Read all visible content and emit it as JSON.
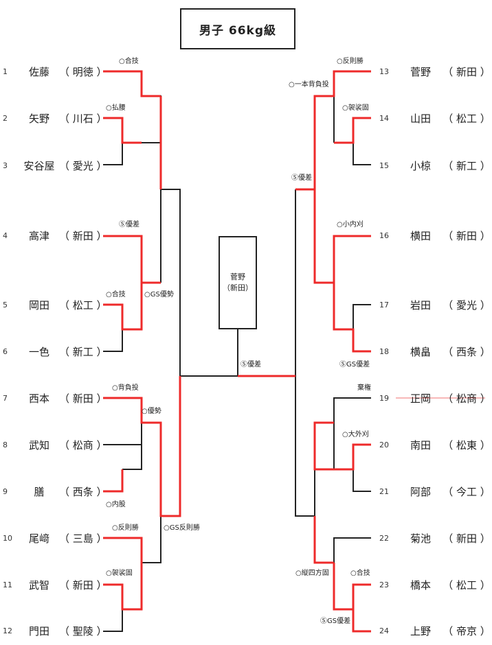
{
  "title": "男子 66kg級",
  "champion": {
    "name": "菅野",
    "school": "（新田）"
  },
  "left_players": [
    {
      "num": "1",
      "name": "佐藤",
      "school": "（ 明徳 ）"
    },
    {
      "num": "2",
      "name": "矢野",
      "school": "（ 川石 ）"
    },
    {
      "num": "3",
      "name": "安谷屋",
      "school": "（ 愛光 ）"
    },
    {
      "num": "4",
      "name": "高津",
      "school": "（ 新田 ）"
    },
    {
      "num": "5",
      "name": "岡田",
      "school": "（ 松工 ）"
    },
    {
      "num": "6",
      "name": "一色",
      "school": "（ 新工 ）"
    },
    {
      "num": "7",
      "name": "西本",
      "school": "（ 新田 ）"
    },
    {
      "num": "8",
      "name": "武知",
      "school": "（ 松商 ）"
    },
    {
      "num": "9",
      "name": "膳",
      "school": "（ 西条 ）"
    },
    {
      "num": "10",
      "name": "尾﨑",
      "school": "（ 三島 ）"
    },
    {
      "num": "11",
      "name": "武智",
      "school": "（ 新田 ）"
    },
    {
      "num": "12",
      "name": "門田",
      "school": "（ 聖陵 ）"
    }
  ],
  "right_players": [
    {
      "num": "13",
      "name": "菅野",
      "school": "（ 新田 ）"
    },
    {
      "num": "14",
      "name": "山田",
      "school": "（ 松工 ）"
    },
    {
      "num": "15",
      "name": "小椋",
      "school": "（ 新工 ）"
    },
    {
      "num": "16",
      "name": "横田",
      "school": "（ 新田 ）"
    },
    {
      "num": "17",
      "name": "岩田",
      "school": "（ 愛光 ）"
    },
    {
      "num": "18",
      "name": "横畠",
      "school": "（ 西条 ）"
    },
    {
      "num": "19",
      "name": "正岡",
      "school": "（ 松商 ）"
    },
    {
      "num": "20",
      "name": "南田",
      "school": "（ 松東 ）"
    },
    {
      "num": "21",
      "name": "阿部",
      "school": "（ 今工 ）"
    },
    {
      "num": "22",
      "name": "菊池",
      "school": "（ 新田 ）"
    },
    {
      "num": "23",
      "name": "橋本",
      "school": "（ 松工 ）"
    },
    {
      "num": "24",
      "name": "上野",
      "school": "（ 帝京 ）"
    }
  ],
  "techniques": [
    "○合技",
    "○払腰",
    "Ⓢ優差",
    "○合技",
    "○GS優勢",
    "○背負投",
    "○優勢",
    "○内股",
    "○反則勝",
    "○GS反則勝",
    "○袈裟固",
    "○反則勝",
    "○一本背負投",
    "○袈裟固",
    "Ⓢ優差",
    "○小内刈",
    "ⓈGS優差",
    "棄権",
    "○大外刈",
    "○縦四方固",
    "○合技",
    "ⓈGS優差",
    "Ⓢ優差"
  ],
  "colors": {
    "win": "#ee2a2a",
    "line": "#222222"
  }
}
